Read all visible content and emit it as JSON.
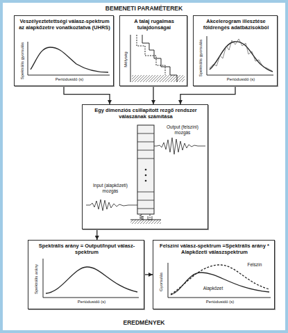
{
  "diagram": {
    "title": "BEMENETI PARAMÉTEREK",
    "nodes": [
      {
        "text": [
          "Veszélyeztetettségi válasz-spektrum az alapkőzetre vonatkoztatva (UHRS)",
          "Spektrális gyorsulás",
          "Periódusidő (s)"
        ]
      },
      {
        "text": [
          "A talaj rugalmas tulajdonságai",
          "Mélység"
        ]
      },
      {
        "text": [
          "Akcelerogram illesztése földrengés adatbázisokból",
          "Spektrális gyorsulás",
          "Periódusidő (s)"
        ]
      },
      {
        "text": [
          "Egy dimenziós csillapított rezgő rendszer válaszának számítása",
          "Output (felszíni) mozgás",
          "Input (alapkőzeti) mozgás"
        ]
      },
      {
        "text": [
          "Spektrális arány = Output/Input válasz-spektrum",
          "Spektrális arány",
          "Periódusidő (s)"
        ]
      },
      {
        "text": [
          "Felszíni válasz-spektrum =Spektrális arány * Alapkőzeti válaszspektrum",
          "Gyorsulás",
          "Periódusidő (s)",
          "Felszín",
          "Alapkőzet"
        ]
      }
    ],
    "edges": [
      {
        "from": 0,
        "to": 3,
        "arrow": "to"
      },
      {
        "from": 1,
        "to": 3,
        "arrow": "to"
      },
      {
        "from": 2,
        "to": 3,
        "arrow": "to"
      },
      {
        "from": 3,
        "to": 4,
        "arrow": "to"
      },
      {
        "from": 4,
        "to": 5,
        "arrow": "to"
      }
    ],
    "labels": [
      "EREDMÉNYEK"
    ]
  }
}
